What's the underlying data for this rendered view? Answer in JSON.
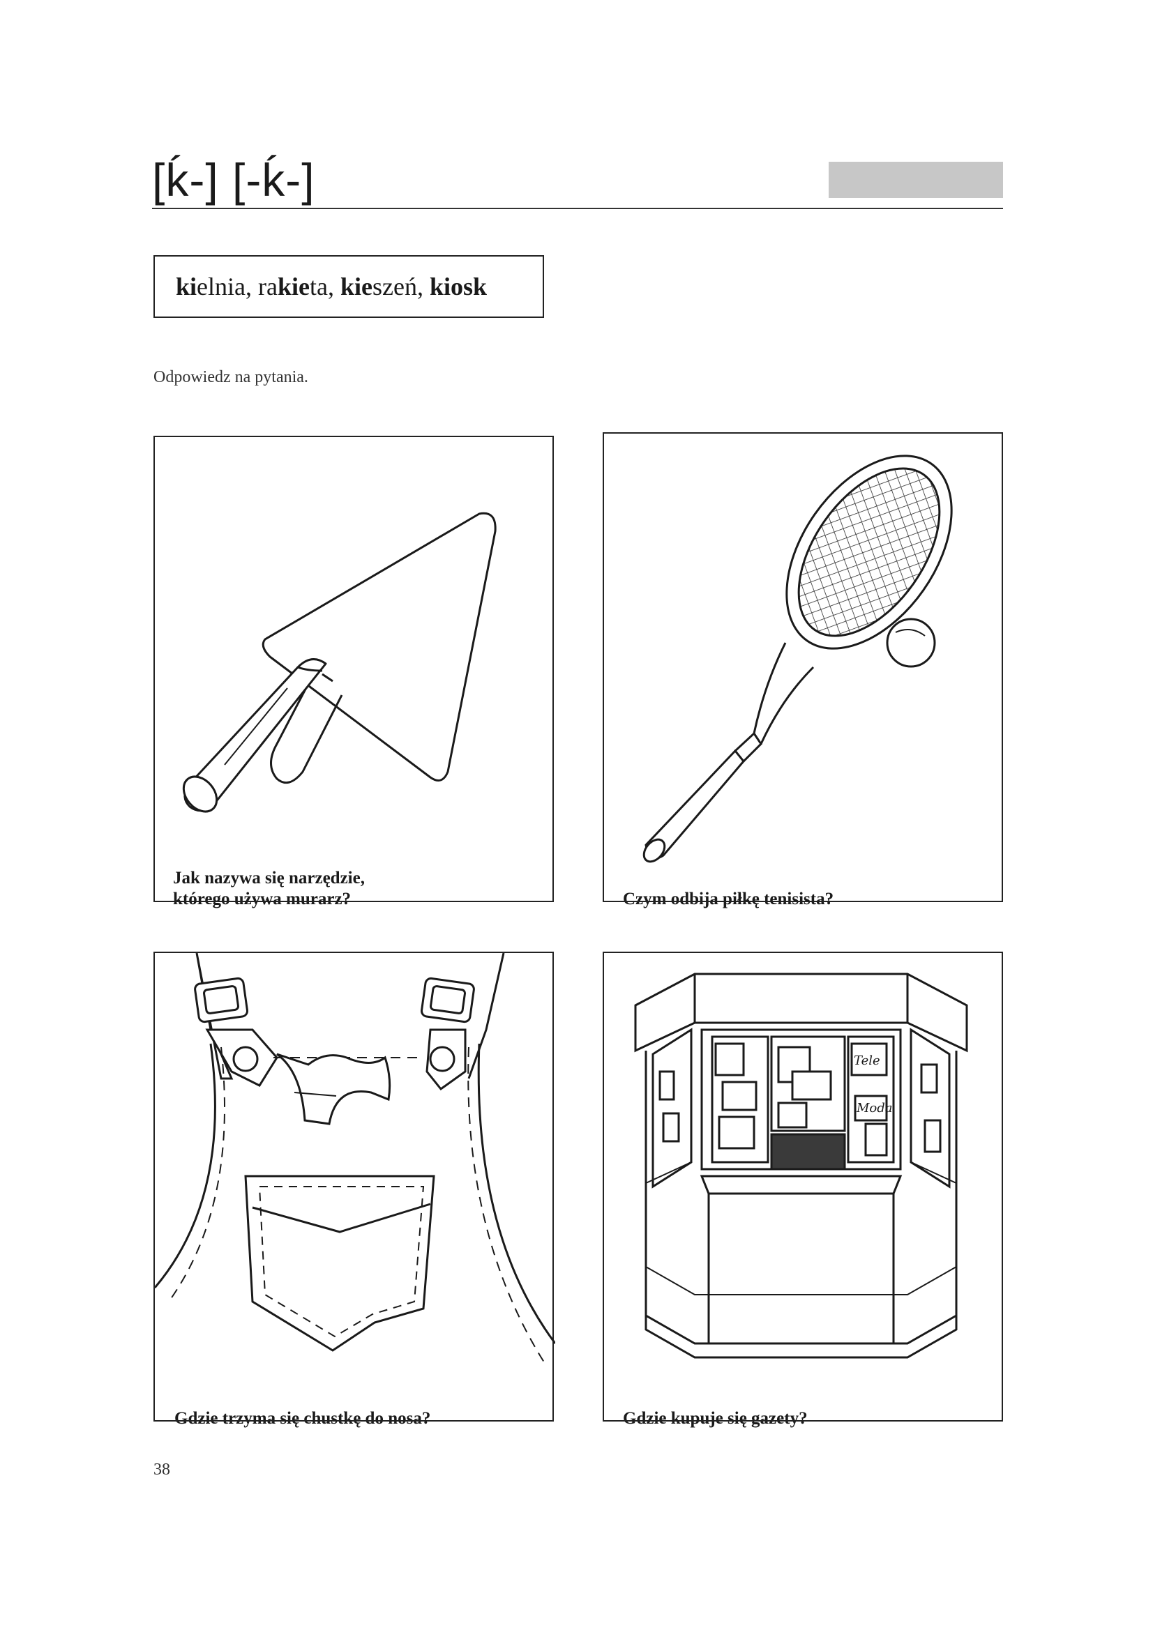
{
  "header": {
    "title": "[ḱ-] [-ḱ-]"
  },
  "word_box": {
    "words": [
      {
        "bold": "ki",
        "rest": "elnia"
      },
      {
        "sep": ", "
      },
      {
        "text_a": "ra",
        "bold": "kie",
        "rest": "ta"
      },
      {
        "sep": ", "
      },
      {
        "bold": "kie",
        "rest": "szeń"
      },
      {
        "sep": ", "
      },
      {
        "bold": "kiosk"
      }
    ],
    "full_text": "kielnia, rakieta, kieszeń, kiosk"
  },
  "instruction": "Odpowiedz na pytania.",
  "panels": [
    {
      "id": "trowel",
      "icon": "trowel-icon",
      "caption_line1": "Jak nazywa się narzędzie,",
      "caption_line2": "którego używa murarz?"
    },
    {
      "id": "racket",
      "icon": "tennis-racket-icon",
      "caption_line1": "Czym odbija piłkę tenisista?"
    },
    {
      "id": "pocket",
      "icon": "apron-pocket-icon",
      "caption_line1": "Gdzie trzyma się chustkę do nosa?"
    },
    {
      "id": "kiosk",
      "icon": "kiosk-icon",
      "caption_line1": "Gdzie kupuje się gazety?"
    }
  ],
  "kiosk_signs": [
    "Tele",
    "Moda"
  ],
  "page_number": "38"
}
